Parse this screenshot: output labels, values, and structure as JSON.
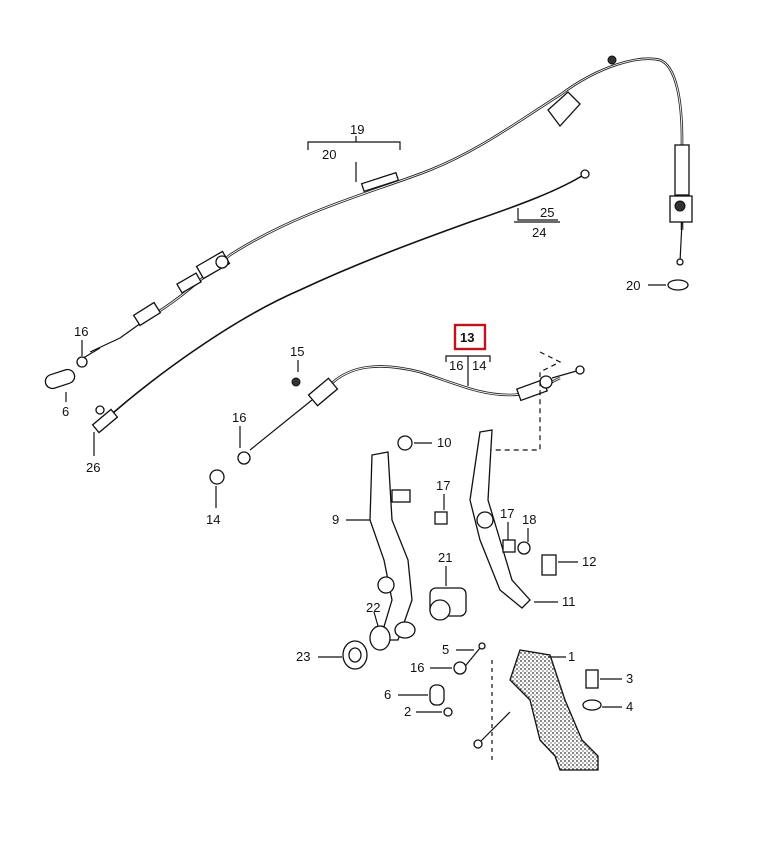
{
  "diagram": {
    "highlight_color": "#c0141c",
    "labels": {
      "l19": "19",
      "l20top": "20",
      "l25": "25",
      "l24": "24",
      "l20right": "20",
      "l16a": "16",
      "l6a": "6",
      "l26": "26",
      "l13": "13",
      "l16b": "16",
      "l14a": "14",
      "l15": "15",
      "l16c": "16",
      "l14b": "14",
      "l10": "10",
      "l17a": "17",
      "l9": "9",
      "l17b": "17",
      "l18": "18",
      "l12": "12",
      "l21": "21",
      "l22": "22",
      "l11": "11",
      "l23": "23",
      "l5": "5",
      "l16d": "16",
      "l1": "1",
      "l3": "3",
      "l6b": "6",
      "l2": "2",
      "l4": "4"
    },
    "selected_callout": "13"
  }
}
